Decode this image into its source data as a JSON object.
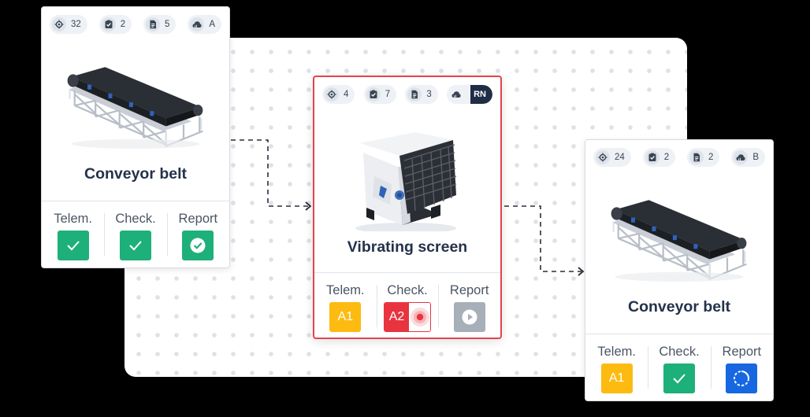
{
  "colors": {
    "ok_green": "#1eb07a",
    "warn_yellow": "#fdbb12",
    "alert_red": "#e7343f",
    "idle_gray": "#a7afb8",
    "progress_blue": "#1768e0",
    "highlight_border": "#e4434b"
  },
  "cards": [
    {
      "title": "Conveyor belt",
      "chips": [
        {
          "icon": "target-icon",
          "value": "32"
        },
        {
          "icon": "checklist-icon",
          "value": "2"
        },
        {
          "icon": "document-icon",
          "value": "5"
        },
        {
          "icon": "cloud-icon",
          "value": "A"
        }
      ],
      "status": [
        {
          "label": "Telem.",
          "state": "check-icon"
        },
        {
          "label": "Check.",
          "state": "check-icon"
        },
        {
          "label": "Report",
          "state": "check-circle-icon"
        }
      ]
    },
    {
      "title": "Vibrating screen",
      "chips": [
        {
          "icon": "target-icon",
          "value": "4"
        },
        {
          "icon": "checklist-icon",
          "value": "7"
        },
        {
          "icon": "document-icon",
          "value": "3"
        },
        {
          "icon": "cloud-icon",
          "value": "RN"
        }
      ],
      "status": [
        {
          "label": "Telem.",
          "value": "A1"
        },
        {
          "label": "Check.",
          "value": "A2",
          "state": "recording-icon"
        },
        {
          "label": "Report",
          "state": "play-icon"
        }
      ]
    },
    {
      "title": "Conveyor belt",
      "chips": [
        {
          "icon": "target-icon",
          "value": "24"
        },
        {
          "icon": "checklist-icon",
          "value": "2"
        },
        {
          "icon": "document-icon",
          "value": "2"
        },
        {
          "icon": "cloud-icon",
          "value": "B"
        }
      ],
      "status": [
        {
          "label": "Telem.",
          "value": "A1"
        },
        {
          "label": "Check.",
          "state": "check-icon"
        },
        {
          "label": "Report",
          "state": "spinner-icon"
        }
      ]
    }
  ]
}
